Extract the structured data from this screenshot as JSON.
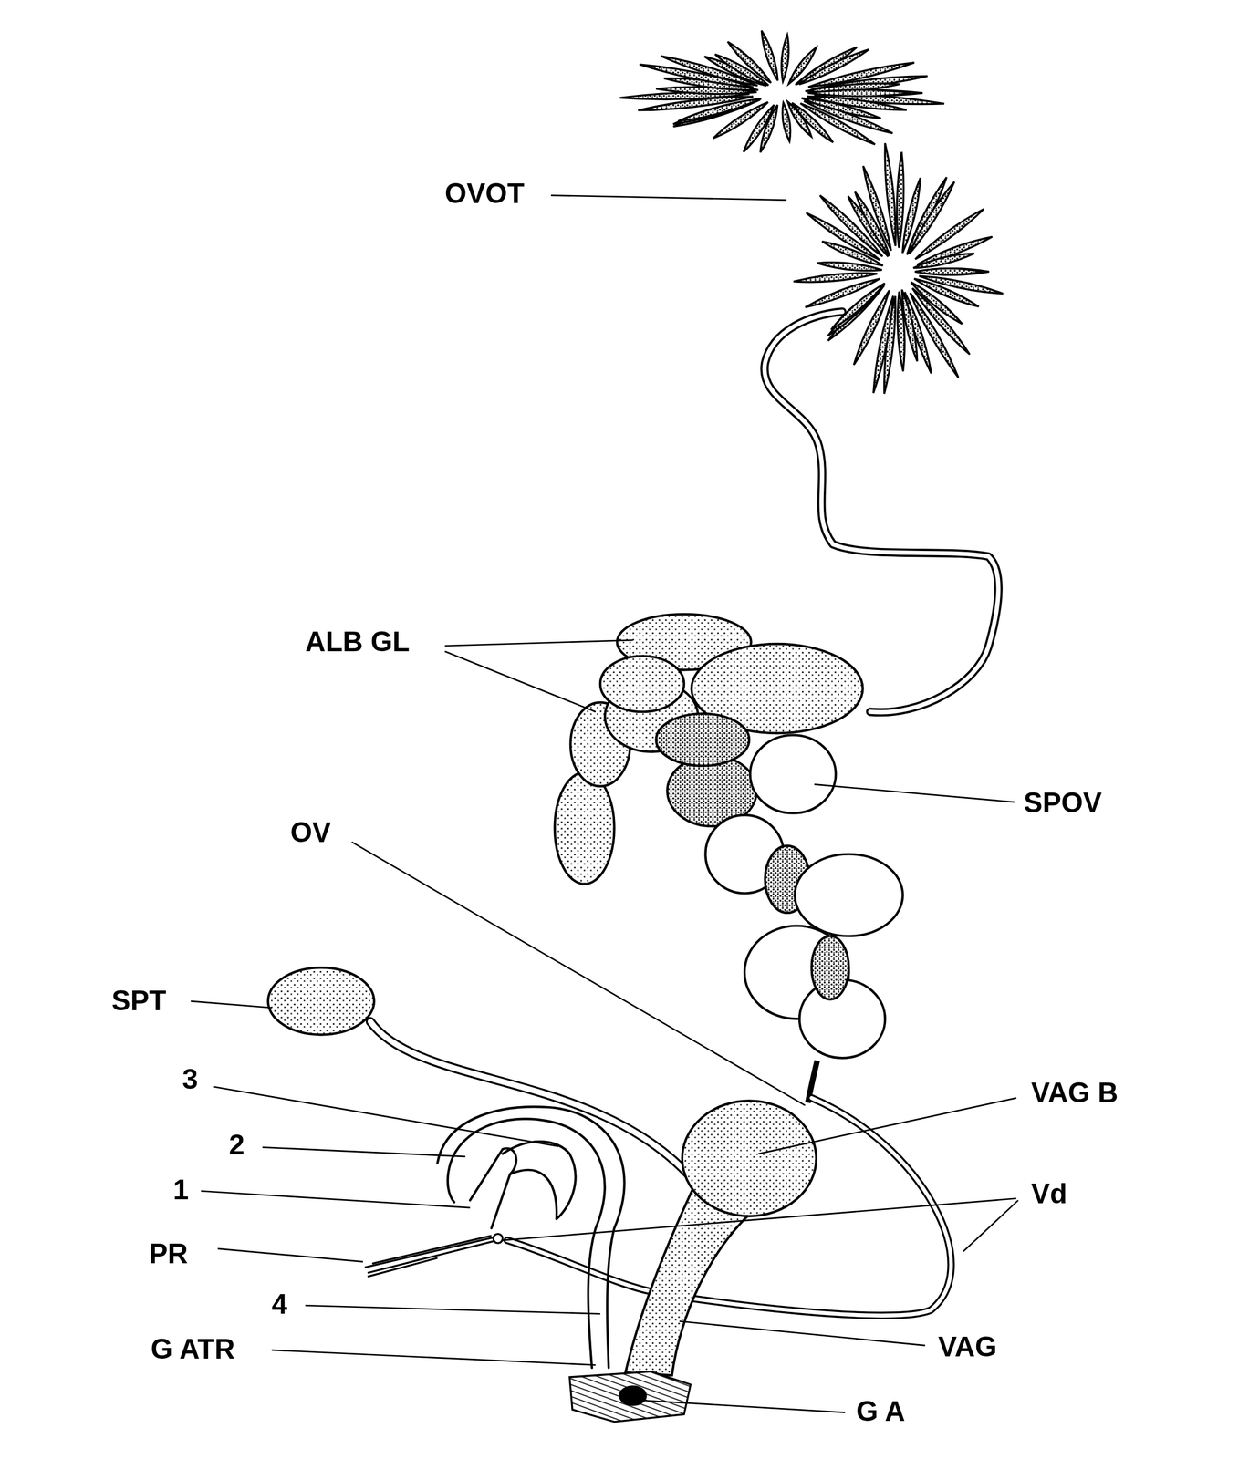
{
  "diagram": {
    "labels": [
      "OVOT",
      "ALB GL",
      "SPOV",
      "OV",
      "SPT",
      "3",
      "VAG B",
      "2",
      "1",
      "Vd",
      "PR",
      "4",
      "VAG",
      "G ATR",
      "G A"
    ]
  }
}
